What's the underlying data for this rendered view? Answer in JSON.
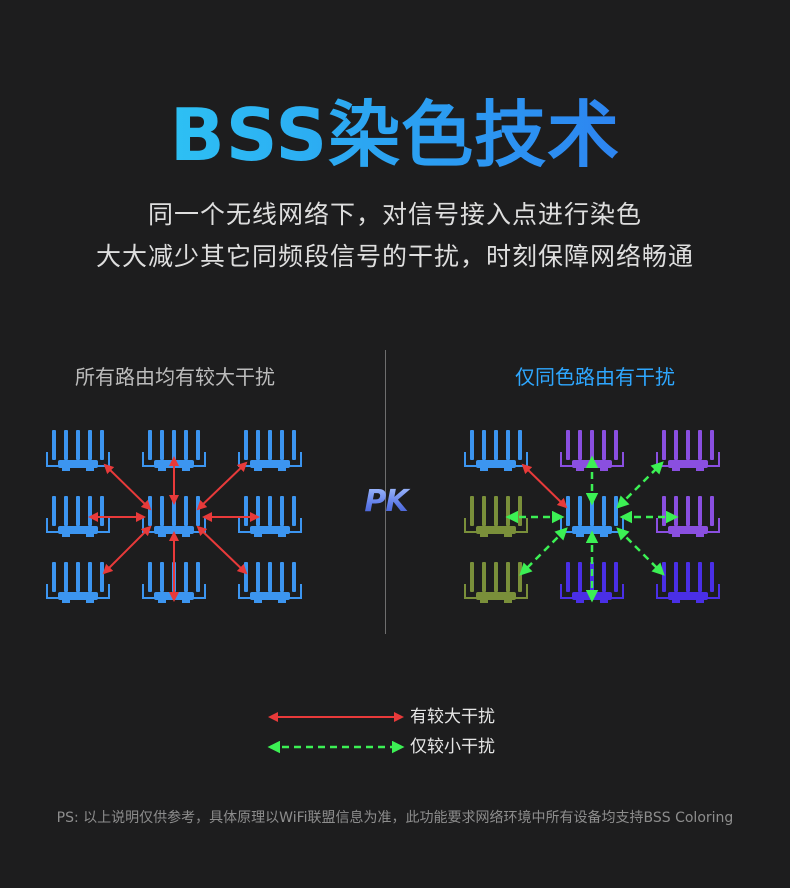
{
  "title": "BSS染色技术",
  "subtitle": {
    "line1": "同一个无线网络下，对信号接入点进行染色",
    "line2": "大大减少其它同频段信号的干扰，时刻保障网络畅通"
  },
  "left_panel": {
    "title": "所有路由均有较大干扰"
  },
  "right_panel": {
    "title": "仅同色路由有干扰"
  },
  "pk_label": "PK",
  "legend": {
    "strong": "有较大干扰",
    "weak": "仅较小干扰"
  },
  "footnote": "PS: 以上说明仅供参考，具体原理以WiFi联盟信息为准，此功能要求网络环境中所有设备均支持BSS Coloring",
  "colors": {
    "title_gradient": [
      "#2fd7f4",
      "#2f6ef0"
    ],
    "router_blue": "#3c95f0",
    "router_purple": "#8a4fe0",
    "router_olive": "#7a8f3a",
    "router_indigo": "#4a2fe6",
    "strong_interference": "#e83a3a",
    "weak_interference": "#3cf054",
    "right_title": "#2ea7ff"
  },
  "diagram": {
    "left_routers": [
      "blue",
      "blue",
      "blue",
      "blue",
      "blue",
      "blue",
      "blue",
      "blue",
      "blue"
    ],
    "right_routers": [
      "blue",
      "purple",
      "purple",
      "olive",
      "blue",
      "purple",
      "olive",
      "indigo",
      "indigo"
    ]
  }
}
